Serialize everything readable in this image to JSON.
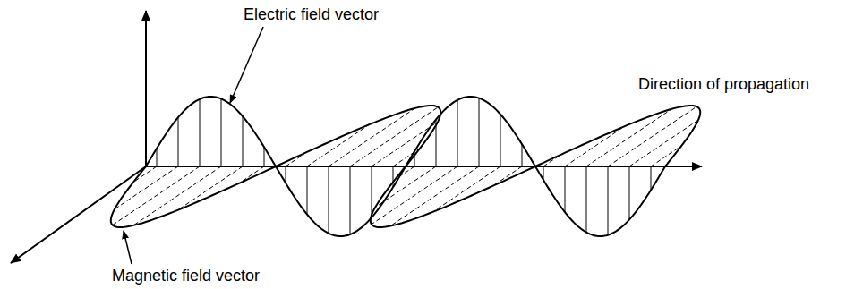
{
  "diagram": {
    "labels": [
      "Electric field vector",
      "Direction of propagation",
      "Magnetic field vector"
    ]
  }
}
